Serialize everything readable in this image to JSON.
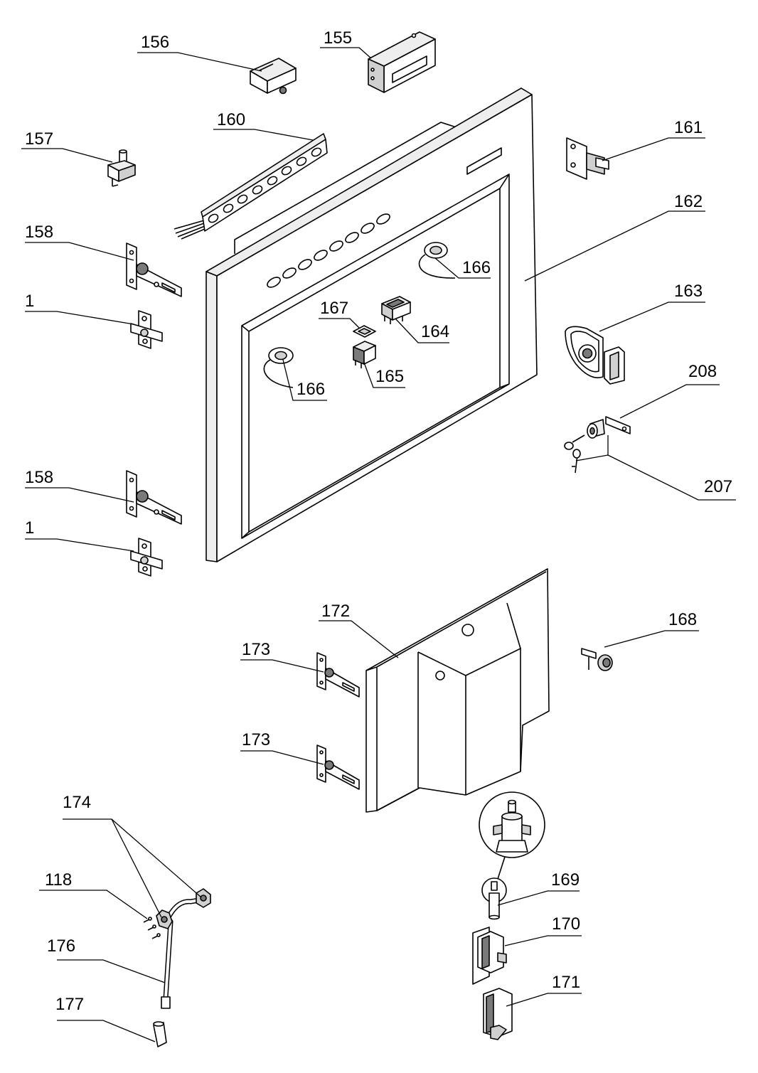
{
  "diagram": {
    "callouts": [
      "156",
      "155",
      "160",
      "157",
      "161",
      "162",
      "158",
      "1",
      "166",
      "167",
      "164",
      "163",
      "208",
      "165",
      "166",
      "207",
      "158",
      "1",
      "172",
      "168",
      "173",
      "173",
      "174",
      "118",
      "169",
      "170",
      "176",
      "171",
      "177"
    ]
  },
  "colors": {
    "line": "#000000",
    "background": "#ffffff",
    "shade": "#d0d0d0",
    "dark_shade": "#7a7a7a"
  }
}
